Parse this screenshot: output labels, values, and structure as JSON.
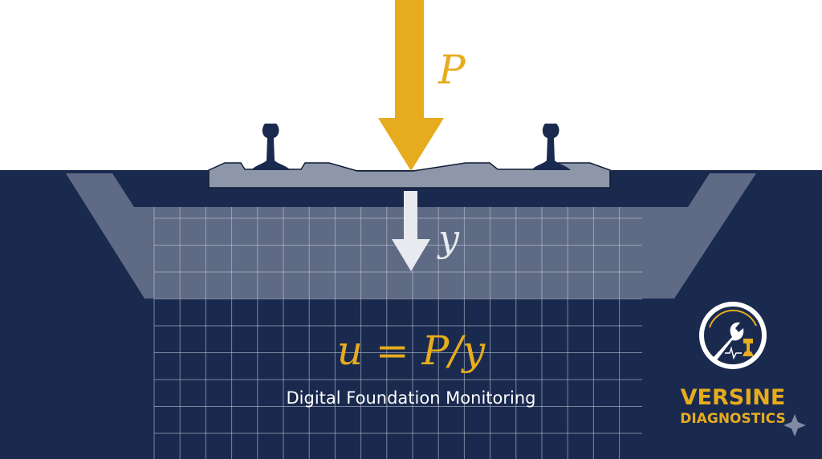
{
  "diagram": {
    "load_label": "P",
    "deflection_label": "y",
    "formula": "u = P/y",
    "subtitle": "Digital Foundation Monitoring"
  },
  "logo": {
    "line1": "VERSINE",
    "line2": "DIAGNOSTICS",
    "icons": [
      "wrench-icon",
      "gauge-icon",
      "rail-icon",
      "pulse-icon"
    ]
  },
  "colors": {
    "navy": "#1a2a4f",
    "accent": "#e6ac1e",
    "ballast": "#5f6a85",
    "sleeper": "#8e96aa"
  }
}
